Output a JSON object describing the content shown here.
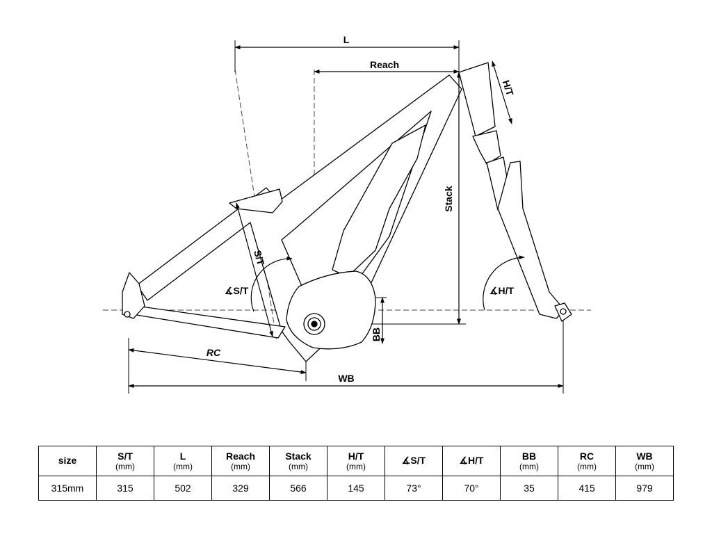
{
  "diagram": {
    "labels": {
      "l": "L",
      "reach": "Reach",
      "ht": "H/T",
      "stack": "Stack",
      "st": "S/T",
      "st_angle": "∡S/T",
      "ht_angle": "∡H/T",
      "bb": "BB",
      "rc": "RC",
      "wb": "WB"
    }
  },
  "table": {
    "headers": [
      {
        "name": "size",
        "unit": ""
      },
      {
        "name": "S/T",
        "unit": "(mm)"
      },
      {
        "name": "L",
        "unit": "(mm)"
      },
      {
        "name": "Reach",
        "unit": "(mm)"
      },
      {
        "name": "Stack",
        "unit": "(mm)"
      },
      {
        "name": "H/T",
        "unit": "(mm)"
      },
      {
        "name": "∡S/T",
        "unit": ""
      },
      {
        "name": "∡H/T",
        "unit": ""
      },
      {
        "name": "BB",
        "unit": "(mm)"
      },
      {
        "name": "RC",
        "unit": "(mm)"
      },
      {
        "name": "WB",
        "unit": "(mm)"
      }
    ],
    "rows": [
      [
        "315mm",
        "315",
        "502",
        "329",
        "566",
        "145",
        "73°",
        "70°",
        "35",
        "415",
        "979"
      ]
    ]
  }
}
